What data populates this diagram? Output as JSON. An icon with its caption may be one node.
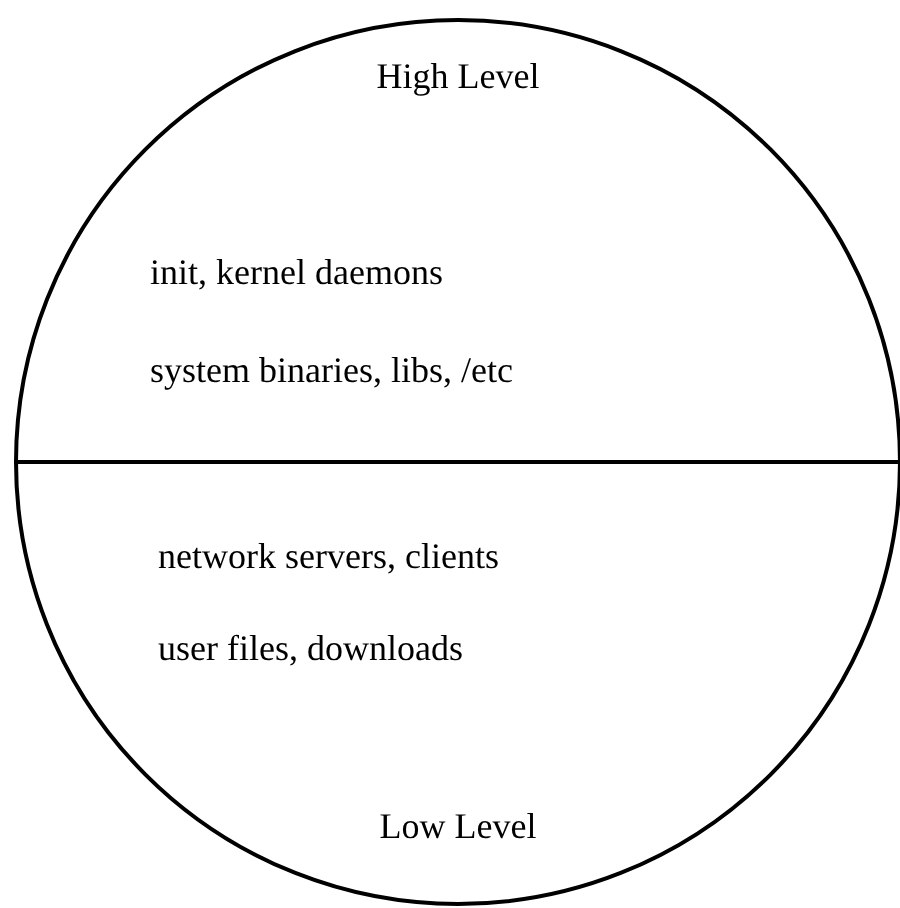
{
  "diagram": {
    "nodes": [
      {
        "text": [
          "High Level",
          "init, kernel daemons",
          "system binaries, libs, /etc"
        ]
      },
      {
        "text": [
          "network servers, clients",
          "user files, downloads",
          "Low Level"
        ]
      }
    ]
  }
}
